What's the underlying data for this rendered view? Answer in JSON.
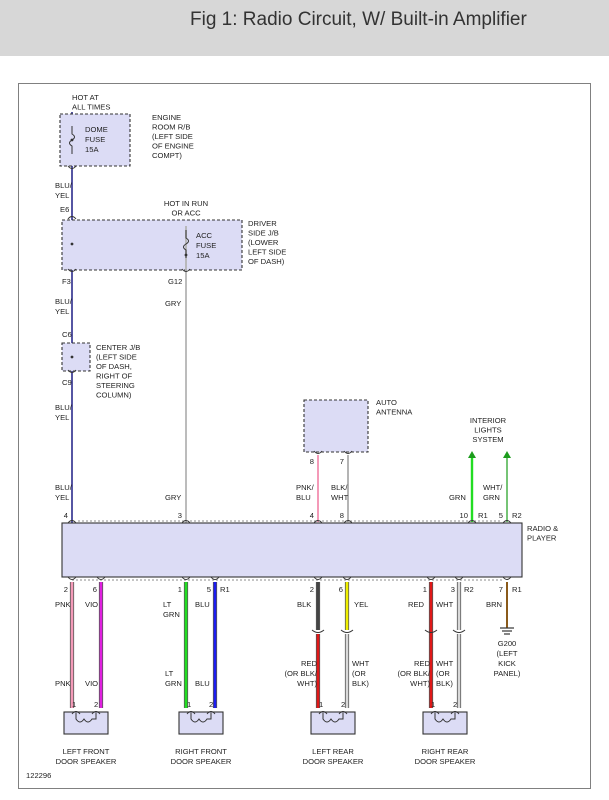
{
  "figure": {
    "title": "Fig 1: Radio Circuit, W/ Built-in Amplifier",
    "id": "122296"
  },
  "colors": {
    "header_bg": "#d7d7d7",
    "box_fill": "#dcdcf5",
    "box_border": "#333333",
    "wire_blue": "#2c2c8c",
    "wire_gray": "#b4b4b4",
    "wire_pink": "#f49ab8",
    "wire_violet": "#e020e0",
    "wire_green": "#22dd22",
    "wire_blu": "#1c1cf0",
    "wire_red": "#e01818",
    "wire_white": "#d9d9d9",
    "wire_yellow": "#f0f000",
    "wire_brown": "#8a5a1a",
    "wire_black": "#444444",
    "wire_green_dark": "#1c9c1c"
  },
  "labels": {
    "hot_at_all_times": [
      "HOT AT",
      "ALL TIMES"
    ],
    "dome_fuse": [
      "DOME",
      "FUSE",
      "15A"
    ],
    "engine_room": [
      "ENGINE",
      "ROOM R/B",
      "(LEFT SIDE",
      "OF ENGINE",
      "COMPT)"
    ],
    "wire_blu_yel": [
      "BLU/",
      "YEL"
    ],
    "e6": "E6",
    "hot_in_run": [
      "HOT IN RUN",
      "OR ACC"
    ],
    "acc_fuse": [
      "ACC",
      "FUSE",
      "15A"
    ],
    "driver_side": [
      "DRIVER",
      "SIDE J/B",
      "(LOWER",
      "LEFT SIDE",
      "OF DASH)"
    ],
    "f3": "F3",
    "g12": "G12",
    "gry": "GRY",
    "c6": "C6",
    "c9": "C9",
    "center_jb": [
      "CENTER J/B",
      "(LEFT SIDE",
      "OF DASH,",
      "RIGHT OF",
      "STEERING",
      "COLUMN)"
    ],
    "auto_antenna": [
      "AUTO",
      "ANTENNA"
    ],
    "interior_lights": [
      "INTERIOR",
      "LIGHTS",
      "SYSTEM"
    ],
    "pnk_blu": [
      "PNK/",
      "BLU"
    ],
    "blk_wht": [
      "BLK/",
      "WHT"
    ],
    "grn": "GRN",
    "wht_grn": [
      "WHT/",
      "GRN"
    ],
    "radio_player": [
      "RADIO &",
      "PLAYER"
    ],
    "r1": "R1",
    "r2": "R2",
    "radio_top_pins": [
      "4",
      "3",
      "4",
      "8",
      "10",
      "5"
    ],
    "antenna_pins": [
      "8",
      "7"
    ],
    "radio_bottom_pins": [
      "2",
      "6",
      "1",
      "5",
      "2",
      "6",
      "1",
      "3",
      "7"
    ],
    "g200": [
      "G200",
      "(LEFT",
      "KICK",
      "PANEL)"
    ],
    "pnk": "PNK",
    "vio": "VIO",
    "lt_grn": [
      "LT",
      "GRN"
    ],
    "blu": "BLU",
    "blk": "BLK",
    "yel": "YEL",
    "red": "RED",
    "wht": "WHT",
    "brn": "BRN",
    "red_or_blk_wht": [
      "RED",
      "(OR BLK/",
      "WHT)"
    ],
    "wht_or_blk": [
      "WHT",
      "(OR",
      "BLK)"
    ],
    "speaker_pins": [
      "1",
      "2"
    ],
    "speakers": [
      [
        "LEFT FRONT",
        "DOOR SPEAKER"
      ],
      [
        "RIGHT FRONT",
        "DOOR SPEAKER"
      ],
      [
        "LEFT REAR",
        "DOOR SPEAKER"
      ],
      [
        "RIGHT REAR",
        "DOOR SPEAKER"
      ]
    ]
  }
}
